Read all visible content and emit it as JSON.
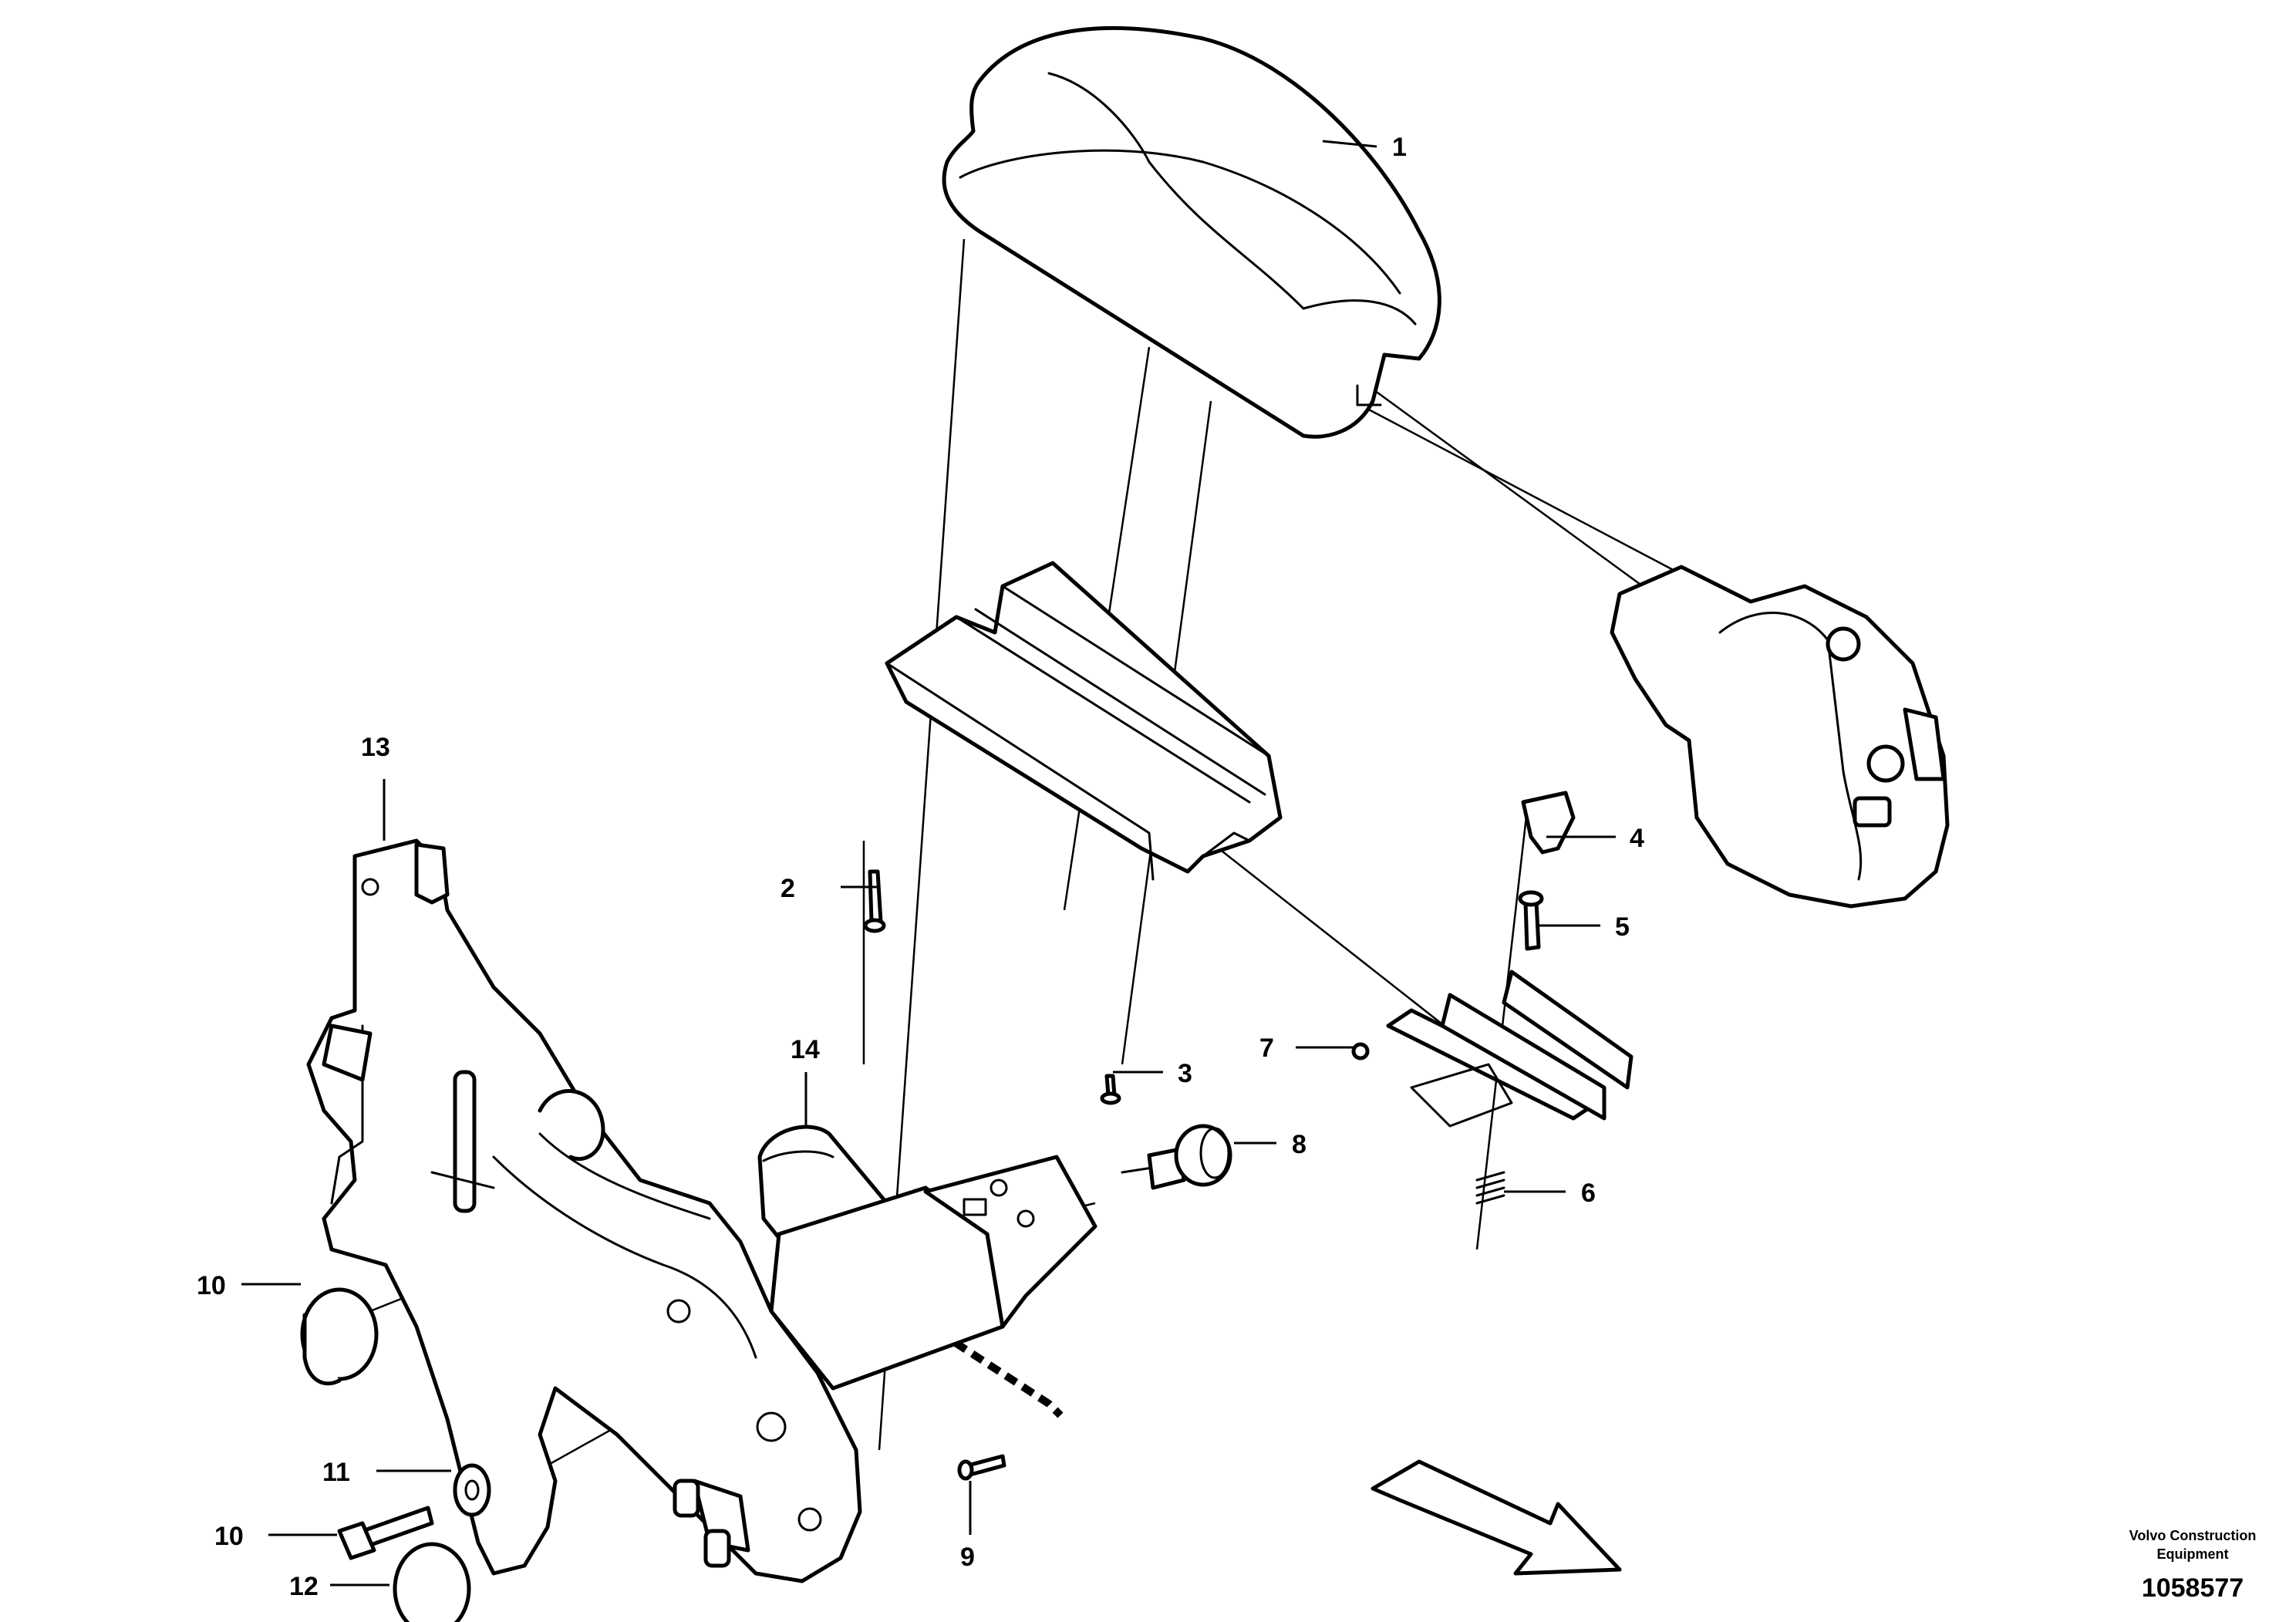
{
  "callouts": [
    {
      "id": "1",
      "label": "1"
    },
    {
      "id": "2",
      "label": "2"
    },
    {
      "id": "3",
      "label": "3"
    },
    {
      "id": "4",
      "label": "4"
    },
    {
      "id": "5",
      "label": "5"
    },
    {
      "id": "6",
      "label": "6"
    },
    {
      "id": "7",
      "label": "7"
    },
    {
      "id": "8",
      "label": "8"
    },
    {
      "id": "9",
      "label": "9"
    },
    {
      "id": "10a",
      "label": "10"
    },
    {
      "id": "10b",
      "label": "10"
    },
    {
      "id": "11",
      "label": "11"
    },
    {
      "id": "12",
      "label": "12"
    },
    {
      "id": "13",
      "label": "13"
    },
    {
      "id": "14",
      "label": "14"
    }
  ],
  "footer": {
    "company_line1": "Volvo Construction",
    "company_line2": "Equipment",
    "drawing_number": "1058577"
  },
  "icons": [
    "direction-arrow-icon"
  ]
}
